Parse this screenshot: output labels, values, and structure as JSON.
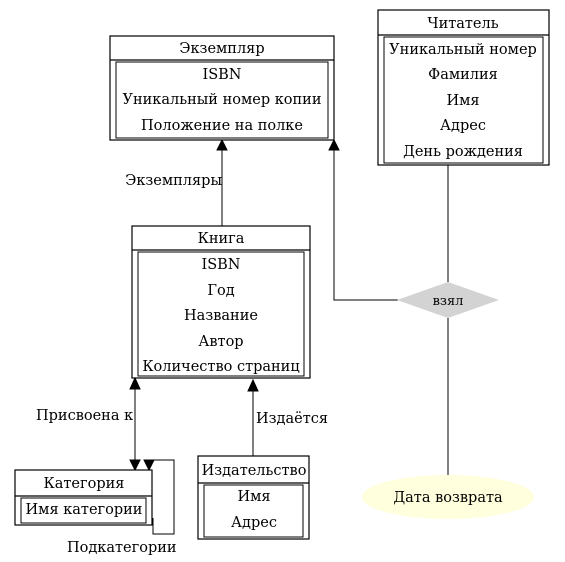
{
  "entities": {
    "exemplar": {
      "title": "Экземпляр",
      "attributes": [
        "ISBN",
        "Уникальный номер копии",
        "Положение на полке"
      ]
    },
    "reader": {
      "title": "Читатель",
      "attributes": [
        "Уникальный номер",
        "Фамилия",
        "Имя",
        "Адрес",
        "День рождения"
      ]
    },
    "book": {
      "title": "Книга",
      "attributes": [
        "ISBN",
        "Год",
        "Название",
        "Автор",
        "Количество страниц"
      ]
    },
    "category": {
      "title": "Категория",
      "attributes": [
        "Имя категории"
      ]
    },
    "publisher": {
      "title": "Издательство",
      "attributes": [
        "Имя",
        "Адрес"
      ]
    }
  },
  "relationships": {
    "took": {
      "label": "взял",
      "color": "#d3d3d3"
    },
    "return_date": {
      "label": "Дата возврата",
      "color": "#ffffdd"
    }
  },
  "edge_labels": {
    "copies": "Экземпляры",
    "assigned_to": "Присвоена к",
    "published_by": "Издаётся",
    "subcategories": "Подкатегории"
  }
}
